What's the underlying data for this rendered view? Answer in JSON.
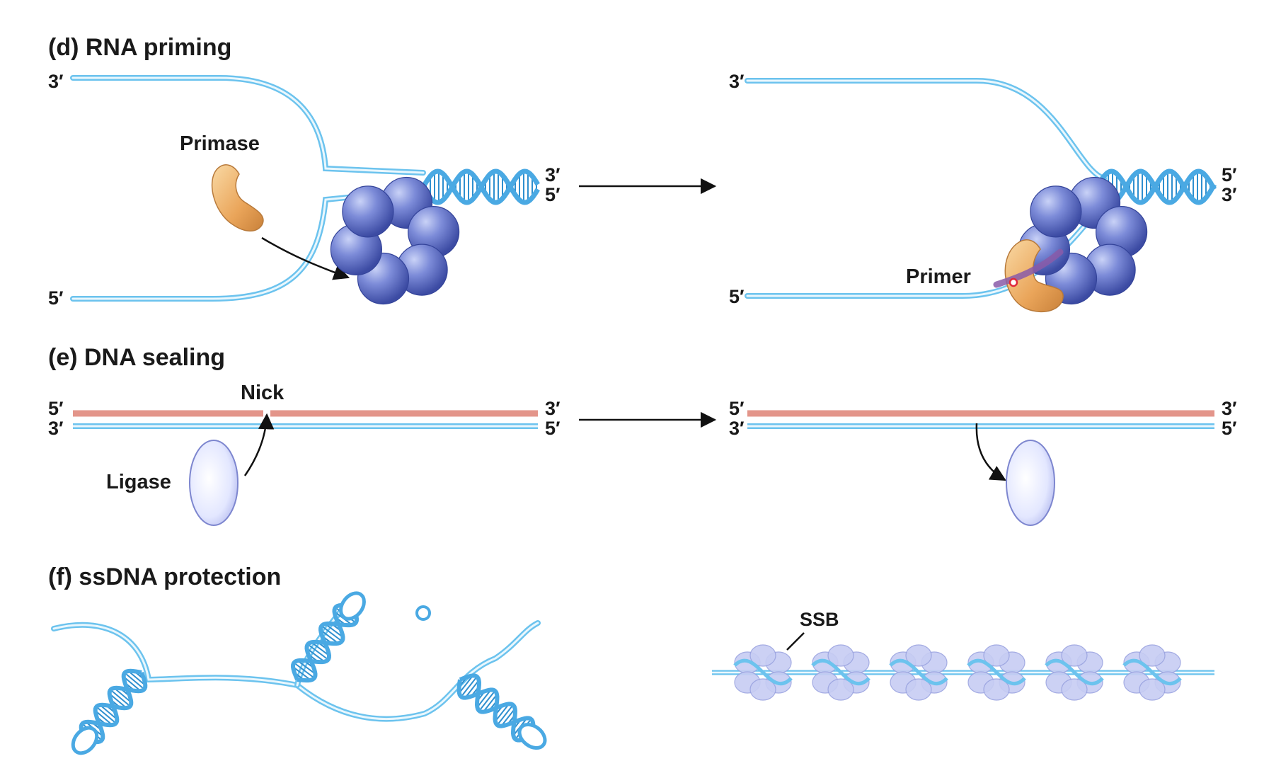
{
  "panels": {
    "d": {
      "title": "(d)  RNA priming",
      "left": {
        "top_end": "3′",
        "bottom_end": "5′",
        "helix_top": "3′",
        "helix_bottom": "5′",
        "primase": "Primase"
      },
      "right": {
        "top_end": "3′",
        "bottom_end": "5′",
        "helix_top": "5′",
        "helix_bottom": "3′",
        "primer": "Primer"
      }
    },
    "e": {
      "title": "(e)  DNA sealing",
      "left": {
        "top_left": "5′",
        "bottom_left": "3′",
        "top_right": "3′",
        "bottom_right": "5′",
        "nick": "Nick",
        "ligase": "Ligase"
      },
      "right": {
        "top_left": "5′",
        "bottom_left": "3′",
        "top_right": "3′",
        "bottom_right": "5′"
      }
    },
    "f": {
      "title": "(f)  ssDNA protection",
      "right": {
        "ssb": "SSB"
      }
    }
  },
  "colors": {
    "dna_strand": "#6cc3ee",
    "dna_strand_inner": "#e8f6fd",
    "helicase": "#5d6fc4",
    "primase": "#e8a65c",
    "new_strand": "#e3958a",
    "ligase": "#ebeeff",
    "ssb": "#c7cdf3",
    "arrow": "#111111"
  },
  "icons": {
    "process_arrow": "right-arrow-icon",
    "curved_arrow": "curved-arrow-icon"
  }
}
